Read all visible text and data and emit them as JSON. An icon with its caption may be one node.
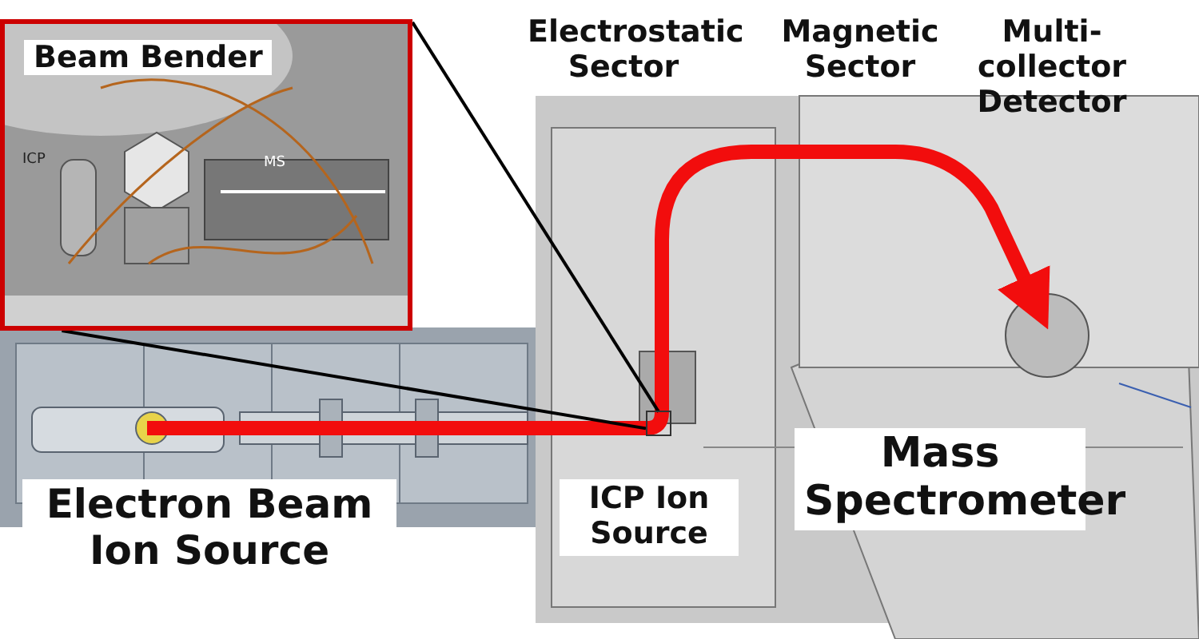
{
  "diagram": {
    "nodes": [
      {
        "text": [
          "Beam Bender"
        ]
      },
      {
        "text": [],
        "shape": "box"
      }
    ],
    "edges": [
      {
        "from": 0,
        "to": 1,
        "arrow": "none"
      },
      {
        "from": 0,
        "to": 1,
        "arrow": "none"
      }
    ],
    "labels": [
      "ICP",
      "MS",
      "Electrostatic Sector",
      "Magnetic Sector",
      "Multi- collector Detector",
      "Electron Beam Ion Source",
      "ICP Ion Source",
      "Mass Spectrometer"
    ]
  }
}
